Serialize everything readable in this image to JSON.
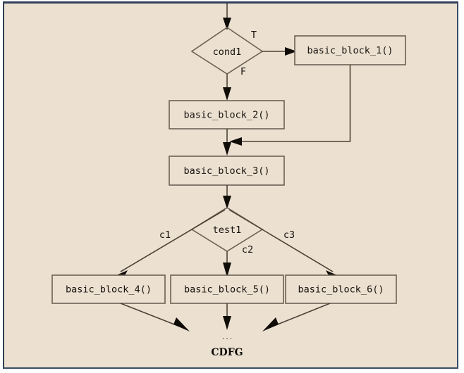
{
  "figure": {
    "caption": "CDFG",
    "ellipsis": "...",
    "background_color": "#ece0d1",
    "frame_color": "#2f4058",
    "node_stroke_color": "#6b6154",
    "edge_color": "#4b4338"
  },
  "nodes": {
    "cond1": {
      "label": "cond1",
      "shape": "diamond"
    },
    "test1": {
      "label": "test1",
      "shape": "diamond"
    },
    "block1": {
      "label": "basic_block_1()",
      "shape": "box"
    },
    "block2": {
      "label": "basic_block_2()",
      "shape": "box"
    },
    "block3": {
      "label": "basic_block_3()",
      "shape": "box"
    },
    "block4": {
      "label": "basic_block_4()",
      "shape": "box"
    },
    "block5": {
      "label": "basic_block_5()",
      "shape": "box"
    },
    "block6": {
      "label": "basic_block_6()",
      "shape": "box"
    }
  },
  "edge_labels": {
    "true_branch": "T",
    "false_branch": "F",
    "cond_c1": "c1",
    "cond_c2": "c2",
    "cond_c3": "c3"
  }
}
